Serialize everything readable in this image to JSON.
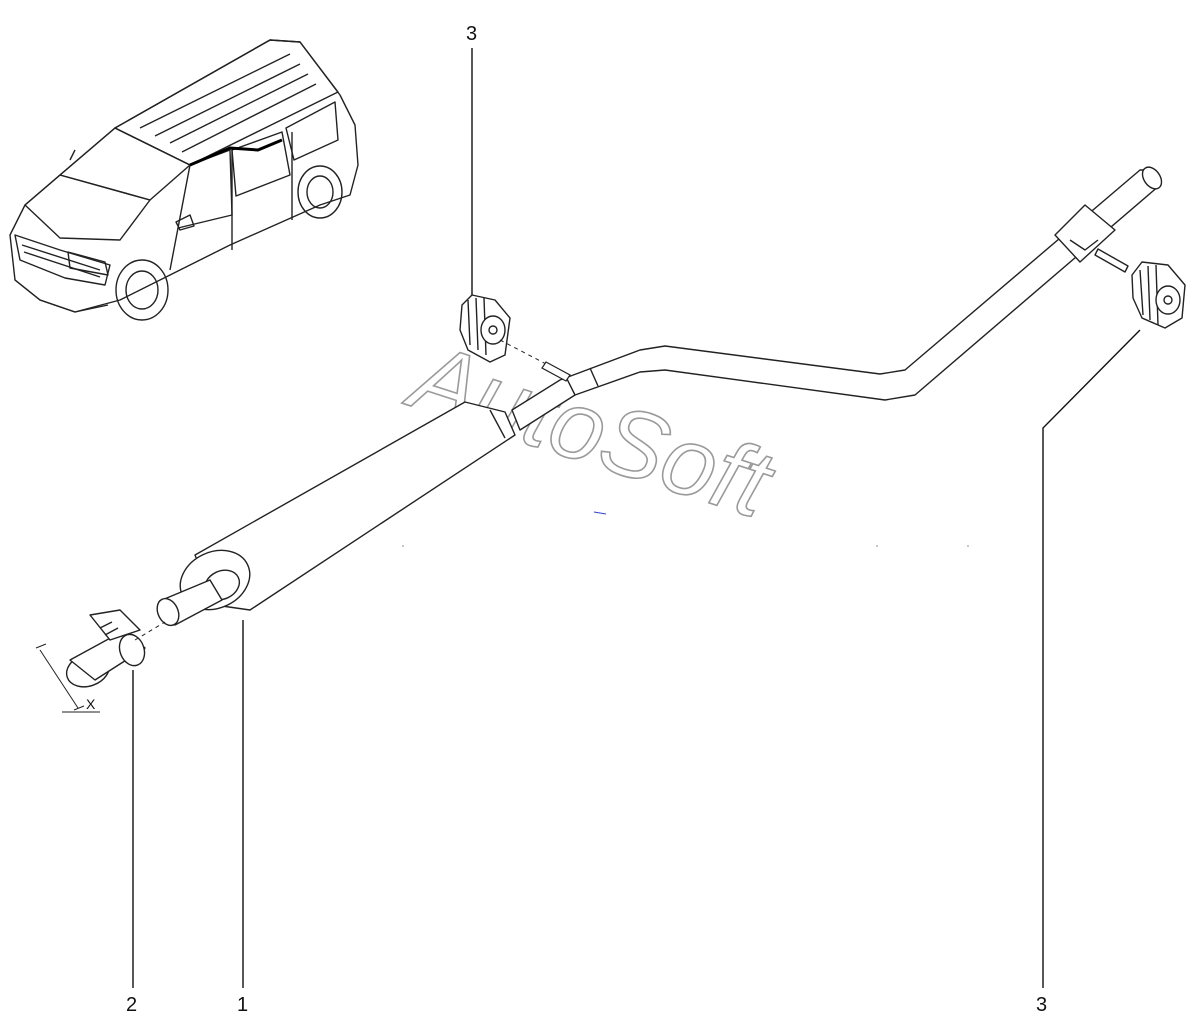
{
  "callouts": {
    "part_1": "1",
    "part_2": "2",
    "part_3_top": "3",
    "part_3_bottom": "3"
  },
  "dimension_mark": "X",
  "watermark": "AutoSoft",
  "colors": {
    "line": "#222222",
    "leader": "#111111",
    "watermark": "#9a9a9a",
    "background": "#ffffff"
  },
  "icons": [
    "vehicle-icon",
    "silencer-icon",
    "clamp-icon",
    "rubber-hanger-icon",
    "exhaust-pipe-icon"
  ]
}
